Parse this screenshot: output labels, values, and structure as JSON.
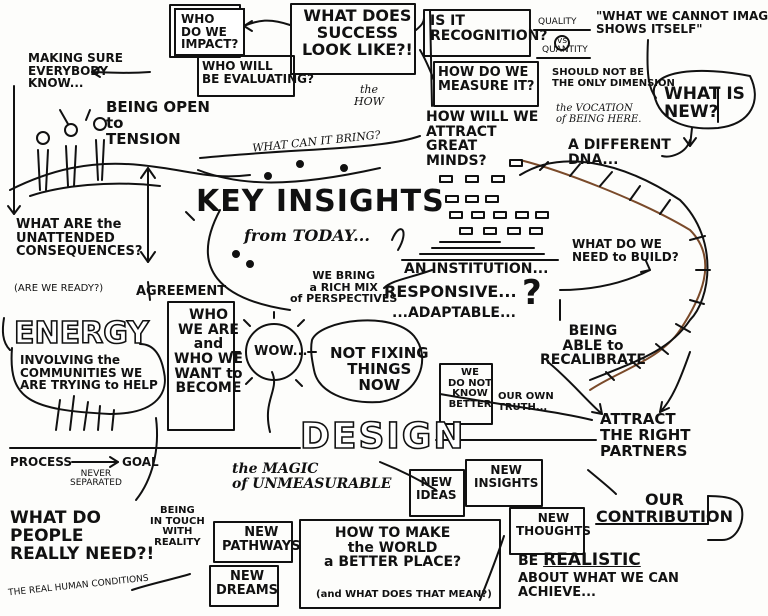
{
  "top": {
    "who_impact": "WHO\nDO WE\nIMPACT?",
    "what_success": "WHAT DOES\nSUCCESS\nLOOK LIKE?!",
    "who_evaluating": "WHO WILL\nBE EVALUATING?",
    "is_it_recognition": "IS IT\nRECOGNITION?",
    "quality": "QUALITY",
    "vs": "vs",
    "quantity": "QUANTITY",
    "cannot_imagine": "\"WHAT WE CANNOT IMAGINE\nSHOWS ITSELF\"",
    "how_measure": "HOW DO WE\nMEASURE IT?",
    "not_only_dimension": "SHOULD NOT BE\nTHE ONLY DIMENSION",
    "the_how": "the\nHOW",
    "attract_minds": "HOW WILL WE\nATTRACT\nGREAT\nMINDS?",
    "vocation": "the VOCATION\nof BEING HERE.",
    "what_is_new": "WHAT IS\nNEW?"
  },
  "left": {
    "making_sure": "MAKING SURE\nEVERYBODY\nKNOW...",
    "being_open": "BEING OPEN\nto\nTENSION",
    "unattended": "WHAT ARE the\nUNATTENDED\nCONSEQUENCES?",
    "are_we_ready": "(ARE WE READY?)",
    "agreement": "AGREEMENT",
    "energy": "ENERGY",
    "involving": "INVOLVING the\nCOMMUNITIES WE\nARE TRYING to HELP",
    "process": "PROCESS",
    "goal": "GOAL",
    "never_separated": "NEVER\nSEPARATED",
    "what_do_people": "WHAT DO\nPEOPLE\nREALLY NEED?!",
    "real_human": "THE REAL HUMAN CONDITIONS",
    "in_touch": "BEING\nIN TOUCH\nWITH\nREALITY"
  },
  "center": {
    "what_can_bring": "WHAT CAN IT BRING?",
    "key_insights": "KEY INSIGHTS",
    "from_today": "from TODAY...",
    "rich_mix": "WE BRING\na RICH MIX\nof PERSPECTIVES",
    "who_we_are": "WHO\nWE ARE\nand\nWHO WE\nWANT to\nBECOME",
    "wow": "WOW...",
    "not_fixing": "NOT FIXING\nTHINGS\nNOW",
    "we_do_not_know": "WE\nDO NOT\nKNOW\nBETTER",
    "our_own_truth": "OUR OWN\nTRUTH...",
    "design": "DESIGN",
    "magic": "the MAGIC\nof UNMEASURABLE",
    "new_pathways": "NEW\nPATHWAYS",
    "new_dreams": "NEW\nDREAMS",
    "how_to_make": "HOW TO MAKE\nthe WORLD\na BETTER PLACE?",
    "what_does_that_mean": "(and WHAT DOES THAT MEAN?)",
    "new_ideas": "NEW\nIDEAS",
    "new_insights": "NEW\nINSIGHTS",
    "new_thoughts": "NEW\nTHOUGHTS"
  },
  "right": {
    "different_dna": "A DIFFERENT\nDNA...",
    "an_institution": "AN INSTITUTION...",
    "responsive": "RESPONSIVE...",
    "adaptable": "...ADAPTABLE...",
    "question_mark": "?",
    "what_build": "WHAT DO WE\nNEED to BUILD?",
    "able_recalibrate": "BEING\nABLE to\nRECALIBRATE",
    "attract_partners": "ATTRACT\nTHE RIGHT\nPARTNERS",
    "our_contribution": "OUR\nCONTRIBUTION",
    "be_realistic_prefix": "BE",
    "be_realistic_word": "REALISTIC",
    "be_realistic_rest": "ABOUT WHAT WE CAN\nACHIEVE..."
  },
  "colors": {
    "ink": "#111111",
    "paper": "#fdfdfb",
    "accent_dna": "#7a4a2a",
    "recognition_box": "#dcdcdc"
  }
}
